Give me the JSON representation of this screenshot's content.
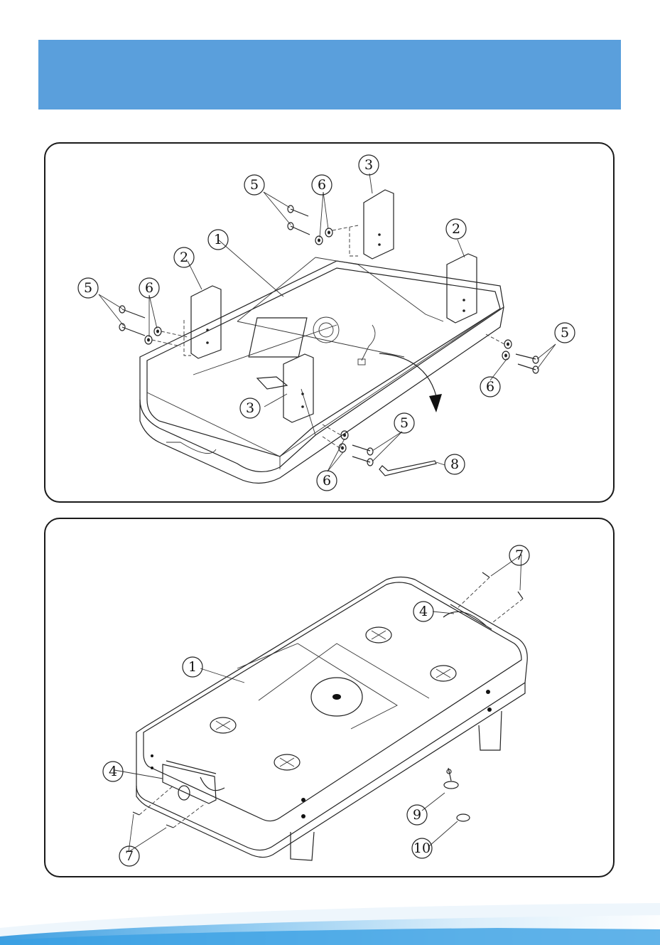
{
  "colors": {
    "banner": "#5a9fdc",
    "footer_light": "#d6ecfa",
    "footer_mid": "#7cc1ee",
    "footer_dark": "#1f8fdb"
  },
  "top_panel": {
    "callouts": [
      "1",
      "2",
      "2",
      "3",
      "3",
      "5",
      "5",
      "5",
      "5",
      "6",
      "6",
      "6",
      "6",
      "8"
    ]
  },
  "bottom_panel": {
    "callouts": [
      "1",
      "4",
      "4",
      "7",
      "7",
      "9",
      "10"
    ]
  }
}
